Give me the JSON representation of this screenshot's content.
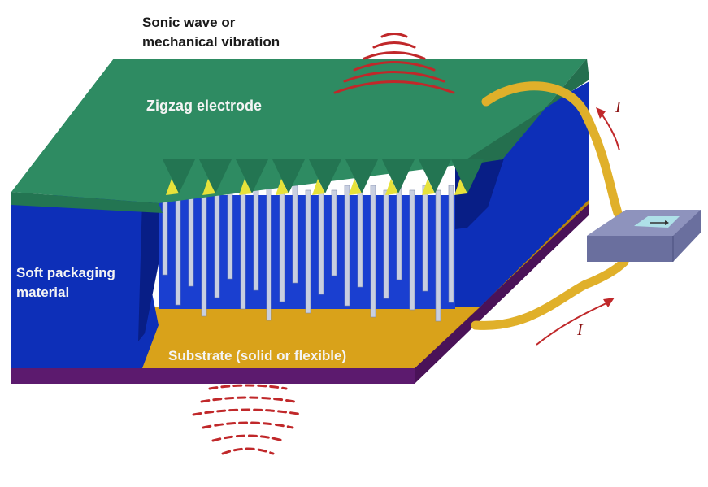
{
  "labels": {
    "wave_line1": "Sonic wave or",
    "wave_line2": "mechanical vibration",
    "electrode": "Zigzag electrode",
    "packaging_line1": "Soft packaging",
    "packaging_line2": "material",
    "substrate": "Substrate (solid or flexible)",
    "current_top": "I",
    "current_bottom": "I"
  },
  "colors": {
    "electrode": "#2e8b62",
    "electrode_dark": "#237552",
    "packaging": "#0d2fb8",
    "packaging_dark": "#081e86",
    "substrate": "#d9a21a",
    "base": "#5c1a6e",
    "wire": "#e0b02a",
    "wave": "#c0282a",
    "nanowire": "#c8cfe0",
    "tip": "#e7e23a",
    "meter": "#6a6f9e",
    "meter_top": "#8e93bd",
    "meter_screen": "#aee0e8"
  },
  "icons": {
    "meter": "current-meter-icon"
  }
}
